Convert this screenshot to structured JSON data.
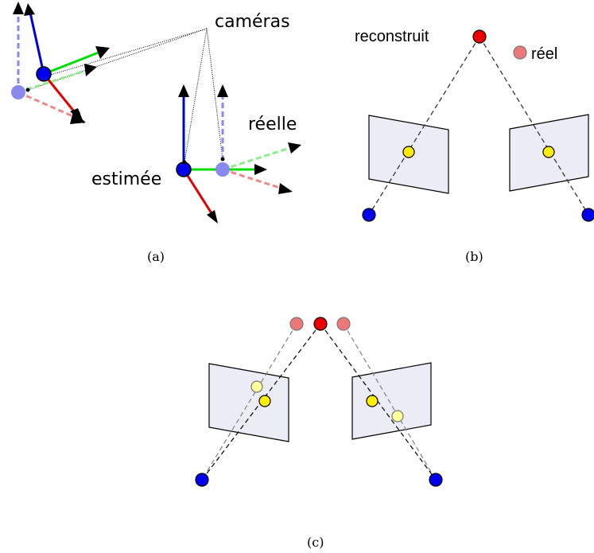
{
  "panel_a": {
    "label_cameras": "caméras",
    "label_reelle": "réelle",
    "label_estimee": "estimée",
    "caption": "(a)"
  },
  "panel_b": {
    "label_reconstruit": "reconstruit",
    "label_reel": "réel",
    "caption": "(b)"
  },
  "panel_c": {
    "caption": "(c)"
  },
  "colors": {
    "camera_center": "#0000ee",
    "camera_center_true": "#8888ee",
    "axis_x": "#e00000",
    "axis_y": "#00dd00",
    "axis_z": "#0000dd",
    "point_reconstructed": "#ee0000",
    "point_real": "#ee7777",
    "projection": "#ffee00",
    "image_plane_fill": "#ececf6"
  }
}
